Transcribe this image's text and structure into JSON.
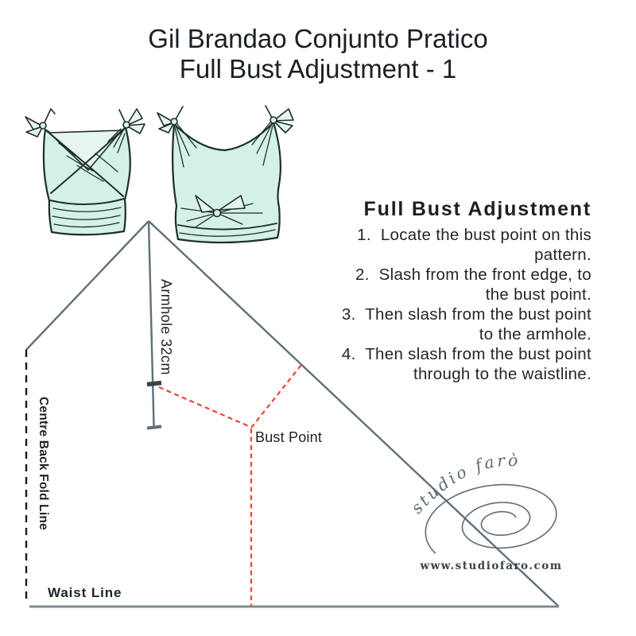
{
  "title": {
    "line1": "Gil Brandao Conjunto Pratico",
    "line2": "Full Bust Adjustment - 1"
  },
  "instructions": {
    "heading": "Full Bust Adjustment",
    "steps": [
      "1.  Locate the bust point on this\npattern.",
      "2.  Slash from the front edge, to\nthe bust point.",
      "3.  Then slash from the bust point\nto the armhole.",
      "4.  Then slash from the bust point\nthrough to the waistline."
    ]
  },
  "pattern": {
    "armhole_label": "Armhole 32cm",
    "centre_back_label": "Centre Back Fold Line",
    "waist_label": "Waist Line",
    "bust_point_label": "Bust Point"
  },
  "logo": {
    "name": "studio farò",
    "url": "www.studiofaro.com"
  },
  "colors": {
    "pattern_line": "#5e7078",
    "waist_line": "#7e8c93",
    "slash_red": "#ee4334",
    "fold_dash": "#1a1a1a",
    "garment_mint": "#d3f1e7",
    "garment_mint_light": "#e4f6ee",
    "ink": "#1d2227",
    "logo_gray": "#5c6c74"
  }
}
